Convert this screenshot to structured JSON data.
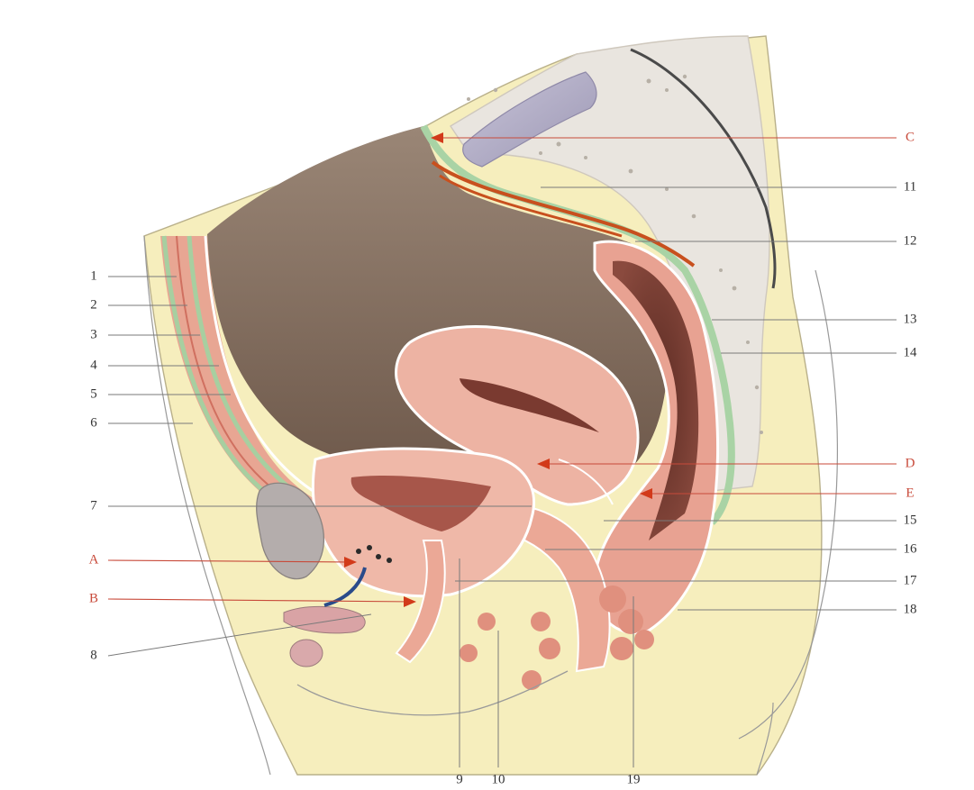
{
  "figure": {
    "left_labels": [
      "1",
      "2",
      "3",
      "4",
      "5",
      "6",
      "7",
      "8"
    ],
    "left_letter_labels": [
      "A",
      "B"
    ],
    "right_labels": [
      "11",
      "12",
      "13",
      "14",
      "15",
      "16",
      "17",
      "18"
    ],
    "right_letter_labels": [
      "C",
      "D",
      "E"
    ],
    "bottom_labels": [
      "9",
      "10",
      "19"
    ]
  },
  "colors": {
    "letter_leader": "#c84a3a",
    "number_leader": "#7a7a7a",
    "arrow": "#d23a1a",
    "peritoneal_cavity": "#8a7565",
    "skin": "#f4eab5",
    "muscle": "#e3a592",
    "bone": "#e8e4df",
    "organ": "#eeb5a5"
  }
}
